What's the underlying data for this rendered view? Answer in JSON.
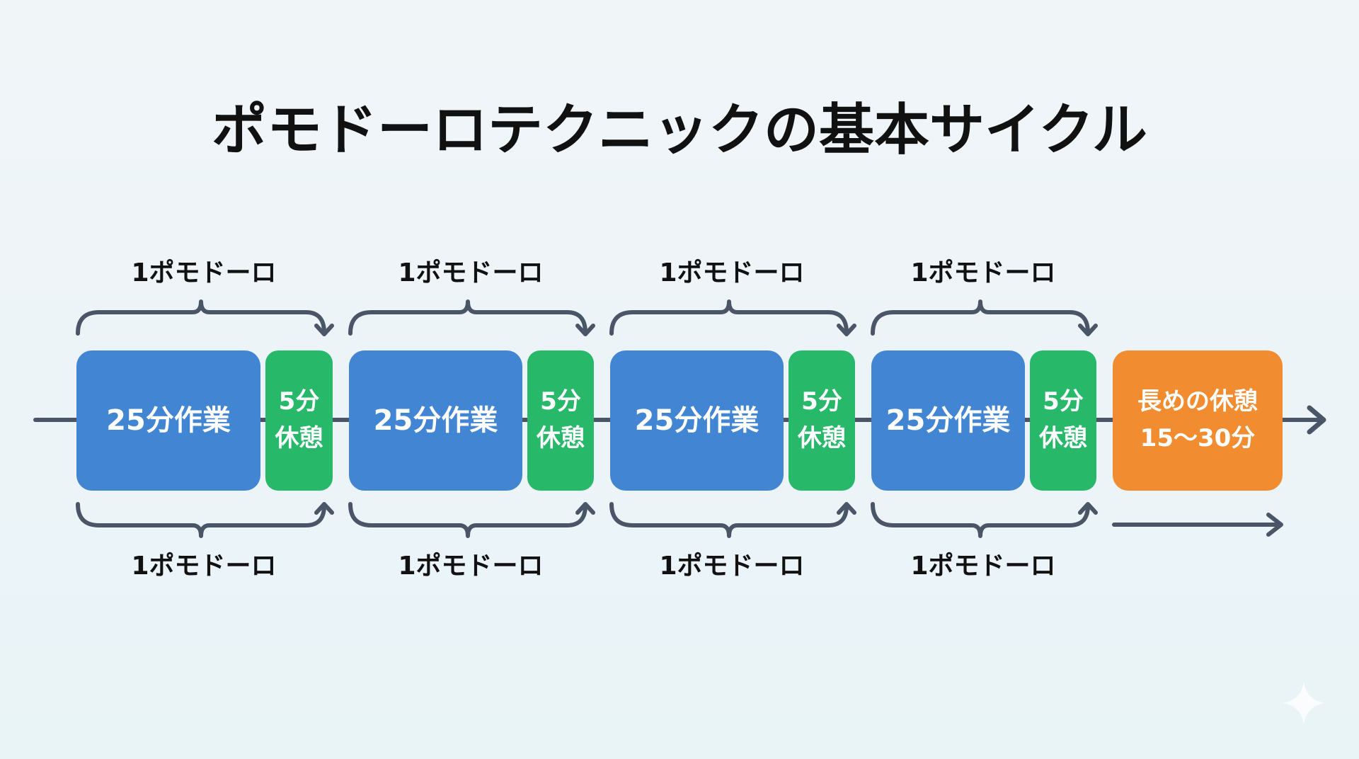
{
  "title": "ポモドーロテクニックの基本サイクル",
  "colors": {
    "background": "#eef5f9",
    "work": "#4285d3",
    "short_break": "#27b86a",
    "long_break": "#f28c30",
    "line": "#4a5568",
    "text_dark": "#111111",
    "text_light": "#ffffff"
  },
  "cycles": [
    {
      "top_label": "1ポモドーロ",
      "bottom_label": "1ポモドーロ",
      "work_label": "25分作業",
      "break_line1": "5分",
      "break_line2": "休憩"
    },
    {
      "top_label": "1ポモドーロ",
      "bottom_label": "1ポモドーロ",
      "work_label": "25分作業",
      "break_line1": "5分",
      "break_line2": "休憩"
    },
    {
      "top_label": "1ポモドーロ",
      "bottom_label": "1ポモドーロ",
      "work_label": "25分作業",
      "break_line1": "5分",
      "break_line2": "休憩"
    },
    {
      "top_label": "1ポモドーロ",
      "bottom_label": "1ポモドーロ",
      "work_label": "25分作業",
      "break_line1": "5分",
      "break_line2": "休憩"
    }
  ],
  "long_break": {
    "line1": "長めの休憩",
    "line2": "15〜30分"
  },
  "icons": {
    "timeline_arrow": "arrow-right-icon",
    "watermark": "sparkle-icon"
  }
}
